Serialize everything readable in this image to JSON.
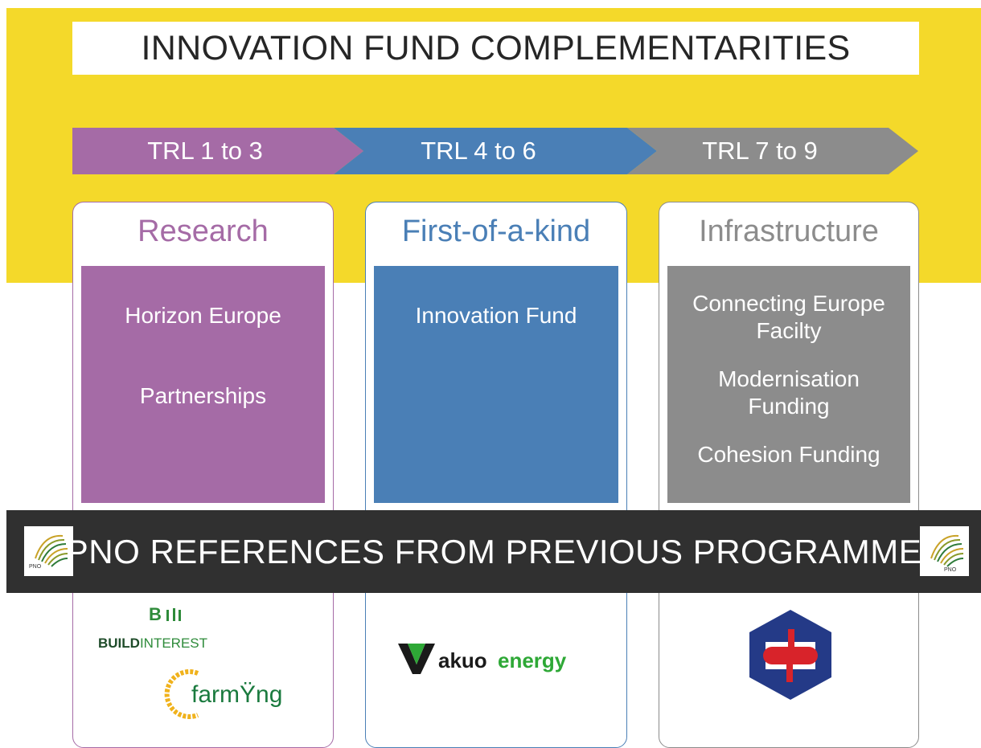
{
  "title": "INNOVATION FUND COMPLEMENTARITIES",
  "trl": [
    {
      "label": "TRL 1 to 3",
      "color": "#a56ba6"
    },
    {
      "label": "TRL 4 to 6",
      "color": "#4a7fb6"
    },
    {
      "label": "TRL 7 to 9",
      "color": "#8c8c8c"
    }
  ],
  "columns": [
    {
      "heading": "Research",
      "color": "#a56ba6",
      "items": [
        "Horizon Europe",
        "Partnerships"
      ]
    },
    {
      "heading": "First-of-a-kind",
      "color": "#4a7fb6",
      "items": [
        "Innovation Fund"
      ]
    },
    {
      "heading": "Infrastructure",
      "color": "#8c8c8c",
      "items": [
        "Connecting Europe Facilty",
        "Modernisation Funding",
        "Cohesion Funding"
      ]
    }
  ],
  "banner": {
    "text": "PNO REFERENCES FROM PREVIOUS PROGRAMME",
    "logo_text": "PNO"
  },
  "references": {
    "buildinterest": {
      "mark": "B",
      "name_bold": "BUILD",
      "name_rest": "INTEREST"
    },
    "farmyng": {
      "name": "farmŸng"
    },
    "akuo": {
      "name_a": "akuo",
      "name_b": "energy"
    }
  },
  "colors": {
    "yellow": "#f4d92a",
    "banner": "#303030",
    "akuo_green": "#2ea836",
    "farmyng_yellow": "#f0b21c"
  }
}
